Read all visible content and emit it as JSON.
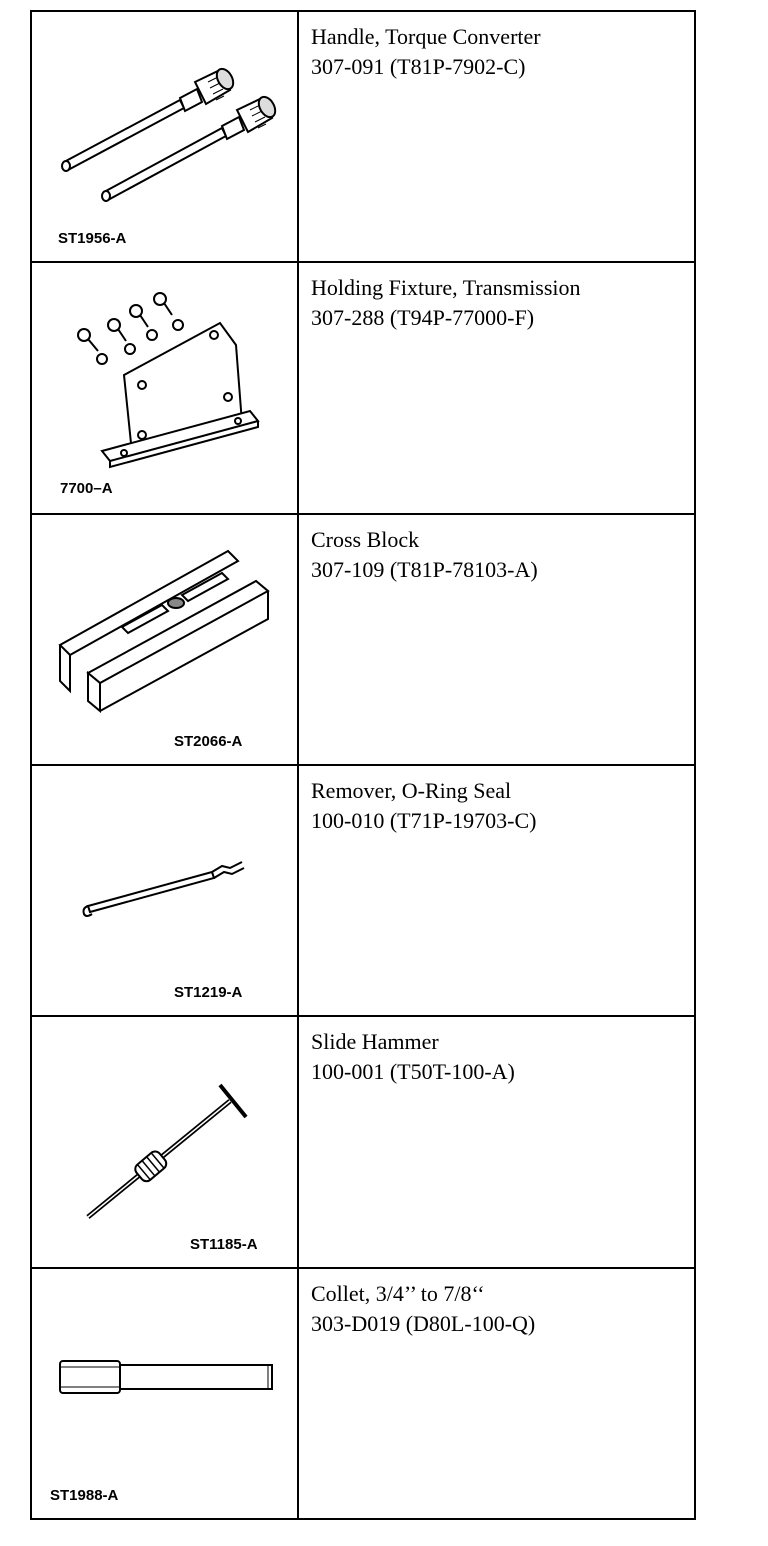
{
  "tools": [
    {
      "code": "ST1956-A",
      "name": "Handle, Torque Converter",
      "number": "307-091 (T81P-7902-C)",
      "icon": "torque-converter-handles-icon"
    },
    {
      "code": "7700–A",
      "name": "Holding Fixture, Transmission",
      "number": "307-288 (T94P-77000-F)",
      "icon": "holding-fixture-icon"
    },
    {
      "code": "ST2066-A",
      "name": "Cross Block",
      "number": "307-109 (T81P-78103-A)",
      "icon": "cross-block-icon"
    },
    {
      "code": "ST1219-A",
      "name": "Remover, O-Ring Seal",
      "number": "100-010 (T71P-19703-C)",
      "icon": "o-ring-remover-icon"
    },
    {
      "code": "ST1185-A",
      "name": "Slide Hammer",
      "number": "100-001 (T50T-100-A)",
      "icon": "slide-hammer-icon"
    },
    {
      "code": "ST1988-A",
      "name": "Collet, 3/4’’ to 7/8‘‘",
      "number": "303-D019 (D80L-100-Q)",
      "icon": "collet-icon"
    }
  ]
}
